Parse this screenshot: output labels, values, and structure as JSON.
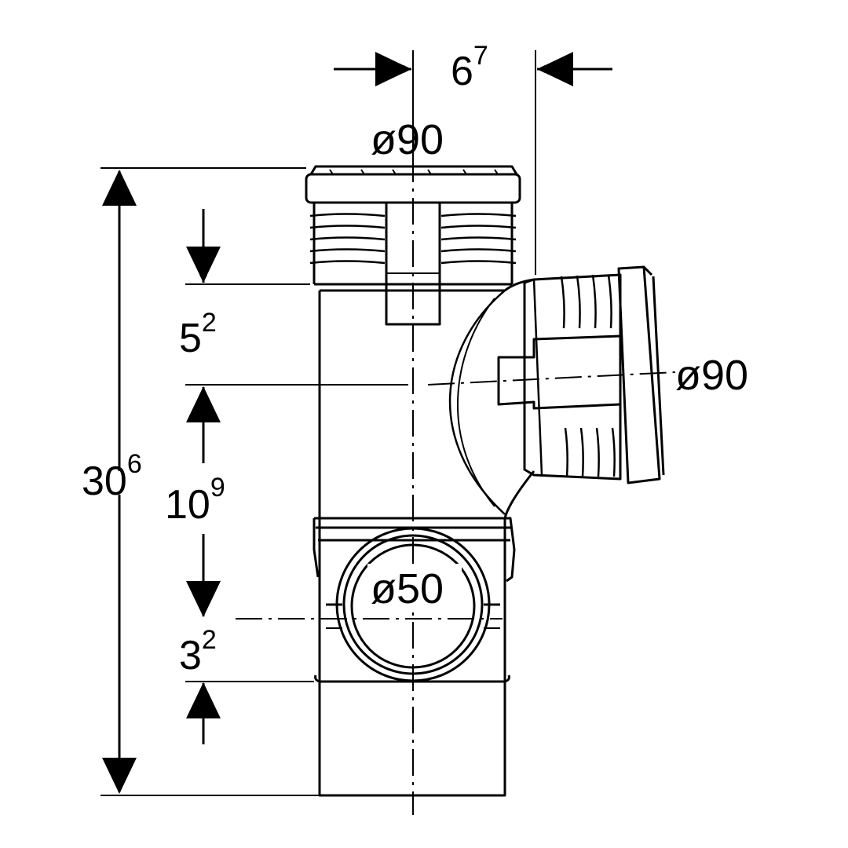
{
  "colors": {
    "line": "#000000",
    "background": "#ffffff"
  },
  "dimensions": {
    "top_offset": {
      "base": "6",
      "sup": "7"
    },
    "total_height": {
      "base": "30",
      "sup": "6"
    },
    "upper_socket_depth": {
      "base": "5",
      "sup": "2"
    },
    "branch_to_access": {
      "base": "10",
      "sup": "9"
    },
    "access_offset": {
      "base": "3",
      "sup": "2"
    }
  },
  "diameters": {
    "top": "ø90",
    "branch": "ø90",
    "access": "ø50"
  }
}
